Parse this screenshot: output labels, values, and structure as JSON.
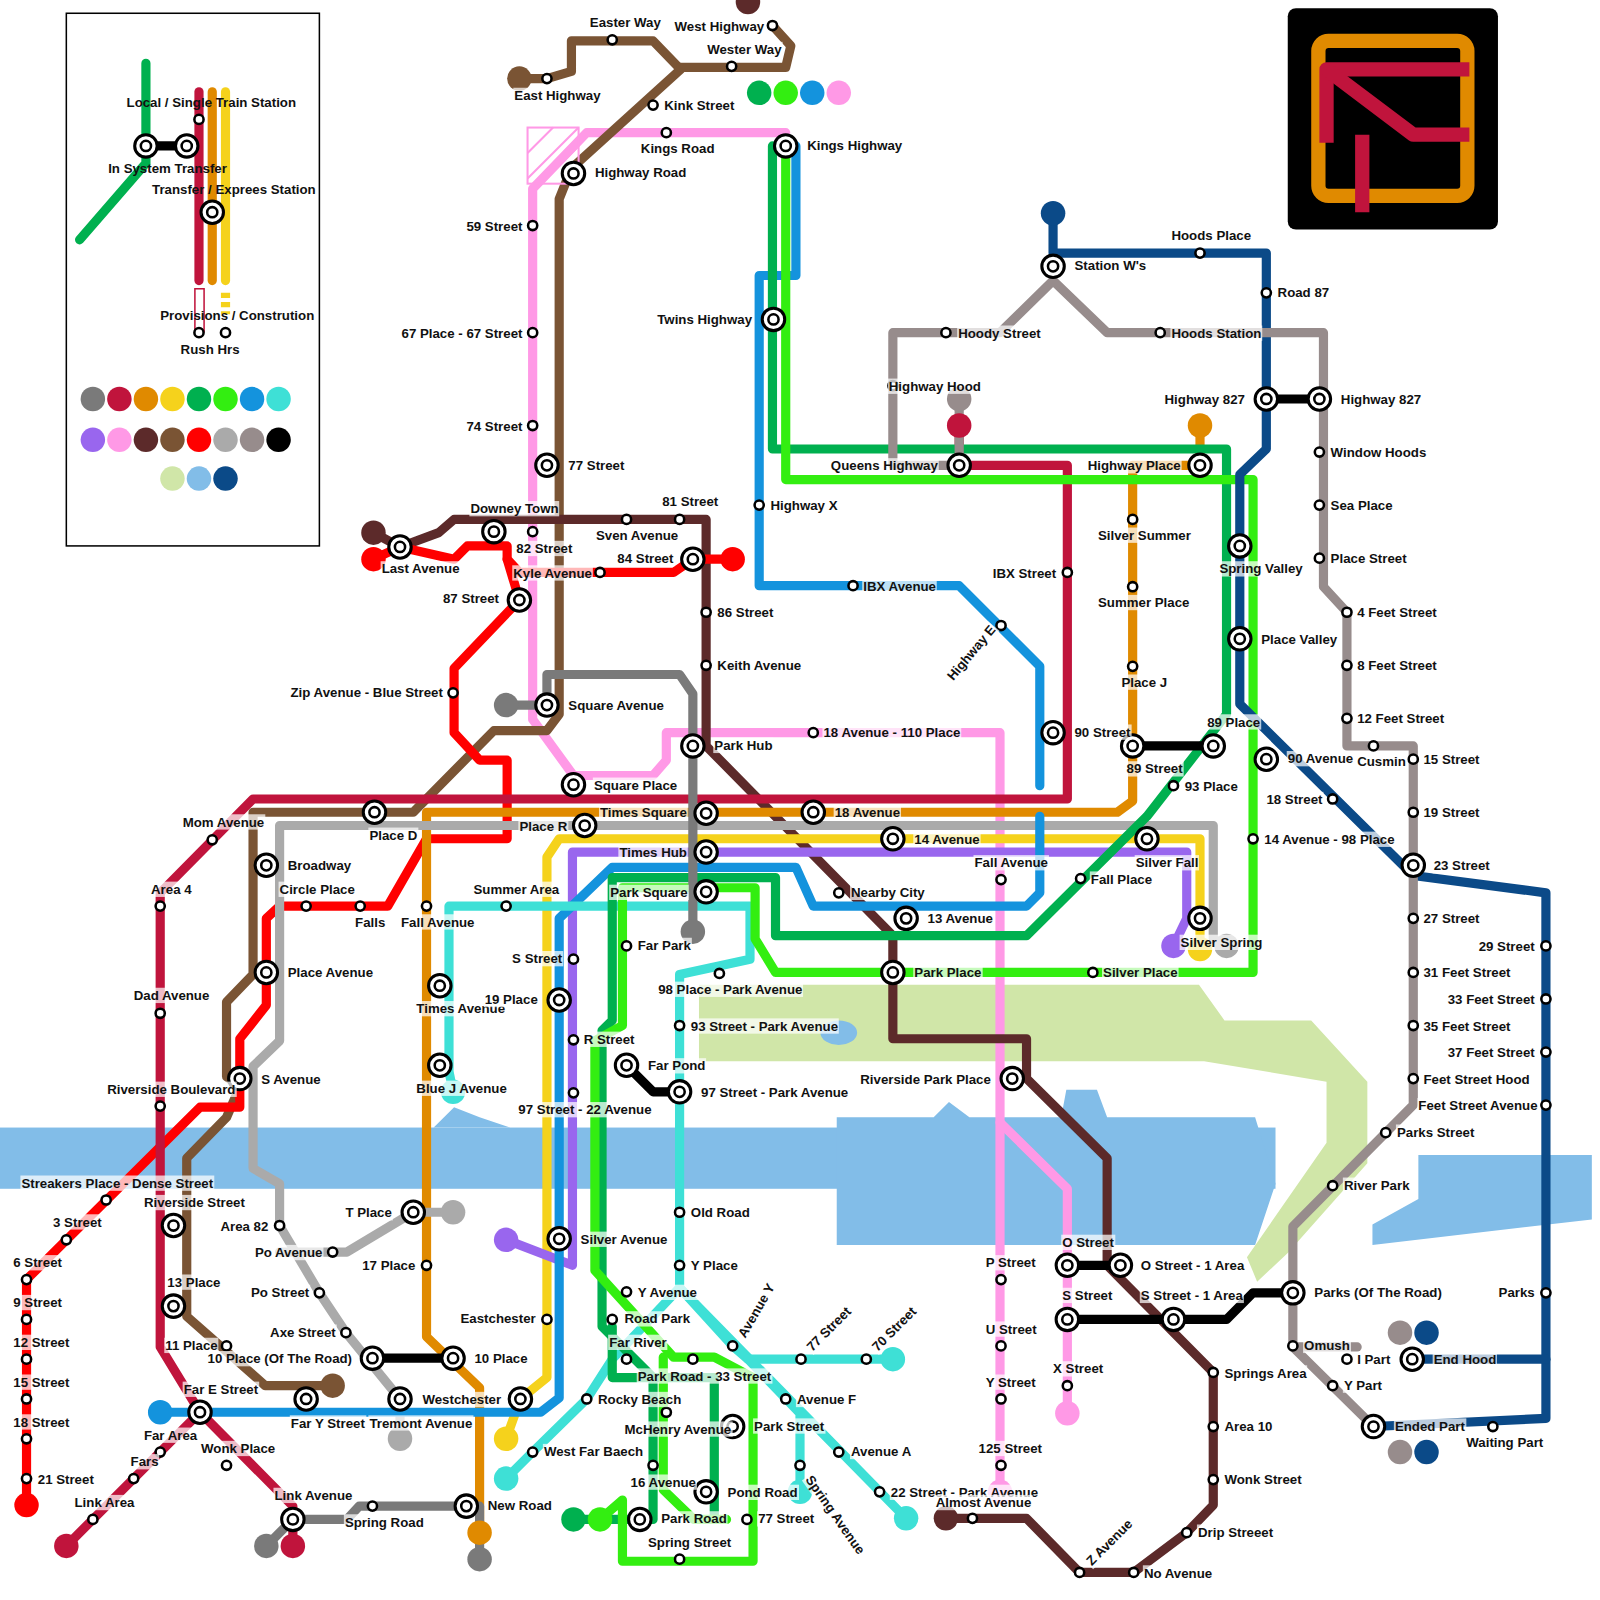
{
  "diagram": {
    "labels": [
      "Easter Way",
      "West Highway",
      "Wester Way",
      "East Highway",
      "Kink Street",
      "Kings Road",
      "Kings Highway",
      "Highway Road",
      "59 Street",
      "67 Place - 67 Street",
      "74 Street",
      "77 Street",
      "Downey Town",
      "81 Street",
      "Sven Avenue",
      "82 Street",
      "Last Avenue",
      "84 Street",
      "Kyle Avenue",
      "87 Street",
      "86 Street",
      "Keith Avenue",
      "Zip Avenue - Blue Street",
      "Square Avenue",
      "Park Hub",
      "18 Avenue - 110 Place",
      "Square Place",
      "Times Square",
      "Place R",
      "18 Avenue",
      "14 Avenue",
      "Times Hub",
      "Mom Avenue",
      "Place D",
      "Broadway",
      "Circle Place",
      "Falls",
      "Area 4",
      "Fall Avenue",
      "Summer Area",
      "Park Square",
      "Nearby City",
      "13 Avenue",
      "Fall Avenue",
      "Fall Place",
      "Silver Fall",
      "Silver Spring",
      "S Street",
      "Far Park",
      "Place Avenue",
      "Dad Avenue",
      "Times Avenue",
      "19 Place",
      "98 Place - Park Avenue",
      "Park Place",
      "Silver Place",
      "93 Street - Park Avenue",
      "R Street",
      "Far Pond",
      "97 Street - Park Avenue",
      "Blue J Avenue",
      "Riverside Park Place",
      "S Avenue",
      "Riverside Boulevard",
      "97 Street - 22 Avenue",
      "Streakers Place - Dense Street",
      "Riverside Street",
      "3 Street",
      "Old Road",
      "T Place",
      "Area 82",
      "Silver Avenue",
      "O Street",
      "O Street - 1 Area",
      "6 Street",
      "P Street",
      "Y Place",
      "17 Place",
      "Po Avenue",
      "13 Place",
      "Y Avenue",
      "S Street",
      "S Street - 1 Area",
      "Parks (Of The Road)",
      "Parks",
      "9 Street",
      "Po Street",
      "Avenue Y",
      "Road Park",
      "Eastchester",
      "U Street",
      "Axe Street",
      "77 Street",
      "70 Street",
      "11 Place",
      "Omush",
      "I Part",
      "End Hood",
      "Far River",
      "12 Street",
      "10 Place (Of The Road)",
      "10 Place",
      "X Street",
      "Springs Area",
      "Park Road - 33 Street",
      "Y Street",
      "15 Street",
      "Y Part",
      "Far E Street",
      "Westchester",
      "Rocky Beach",
      "Avenue F",
      "Far Y Street",
      "Tremont Avenue",
      "McHenry Avenue",
      "Park Street",
      "Area 10",
      "Ended Part",
      "18 Street",
      "Far Area",
      "Wonk Place",
      "Waiting Part",
      "West Far Baech",
      "Avenue A",
      "Spring Avenue",
      "125 Street",
      "16 Avenue",
      "Fars",
      "21 Street",
      "Wonk Street",
      "Pond Road",
      "22 Street - Park Avenue",
      "Almost Avenue",
      "Link Avenue",
      "Link Area",
      "Spring Road",
      "New Road",
      "Park Road",
      "77 Street",
      "Drip Streeet",
      "Spring Street",
      "Z Avenue",
      "No Avenue",
      "Hoods Place",
      "Station W's",
      "Road 87",
      "Hoody Street",
      "Hoods Station",
      "Twins Highway",
      "Highway Hood",
      "Highway 827",
      "Highway 827",
      "Window Hoods",
      "Queens Highway",
      "Highway Place",
      "Highway X",
      "Sea Place",
      "Silver Summer",
      "Spring Valley",
      "Place Street",
      "IBX Street",
      "IBX Avenue",
      "Summer Place",
      "Highway E",
      "4 Feet Street",
      "Place Valley",
      "8 Feet Street",
      "Place J",
      "12 Feet Street",
      "89 Place",
      "90 Street",
      "90 Avenue",
      "Cusmin",
      "15 Street",
      "89 Street",
      "93 Place",
      "18 Street",
      "19 Street",
      "14 Avenue - 98 Place",
      "23 Street",
      "27 Street",
      "29 Street",
      "31 Feet Street",
      "33 Feet Street",
      "35 Feet Street",
      "37 Feet Street",
      "Feet Street Hood",
      "Feet Street Avenue",
      "Parks Street",
      "River Park"
    ],
    "legend": [
      {
        "text": "Local / Single Train Station"
      },
      {
        "text": "In System Transfer"
      },
      {
        "text": "Transfer / Exprees Station"
      },
      {
        "text": "Provisions / Constrution"
      },
      {
        "text": "Rush Hrs"
      }
    ]
  }
}
